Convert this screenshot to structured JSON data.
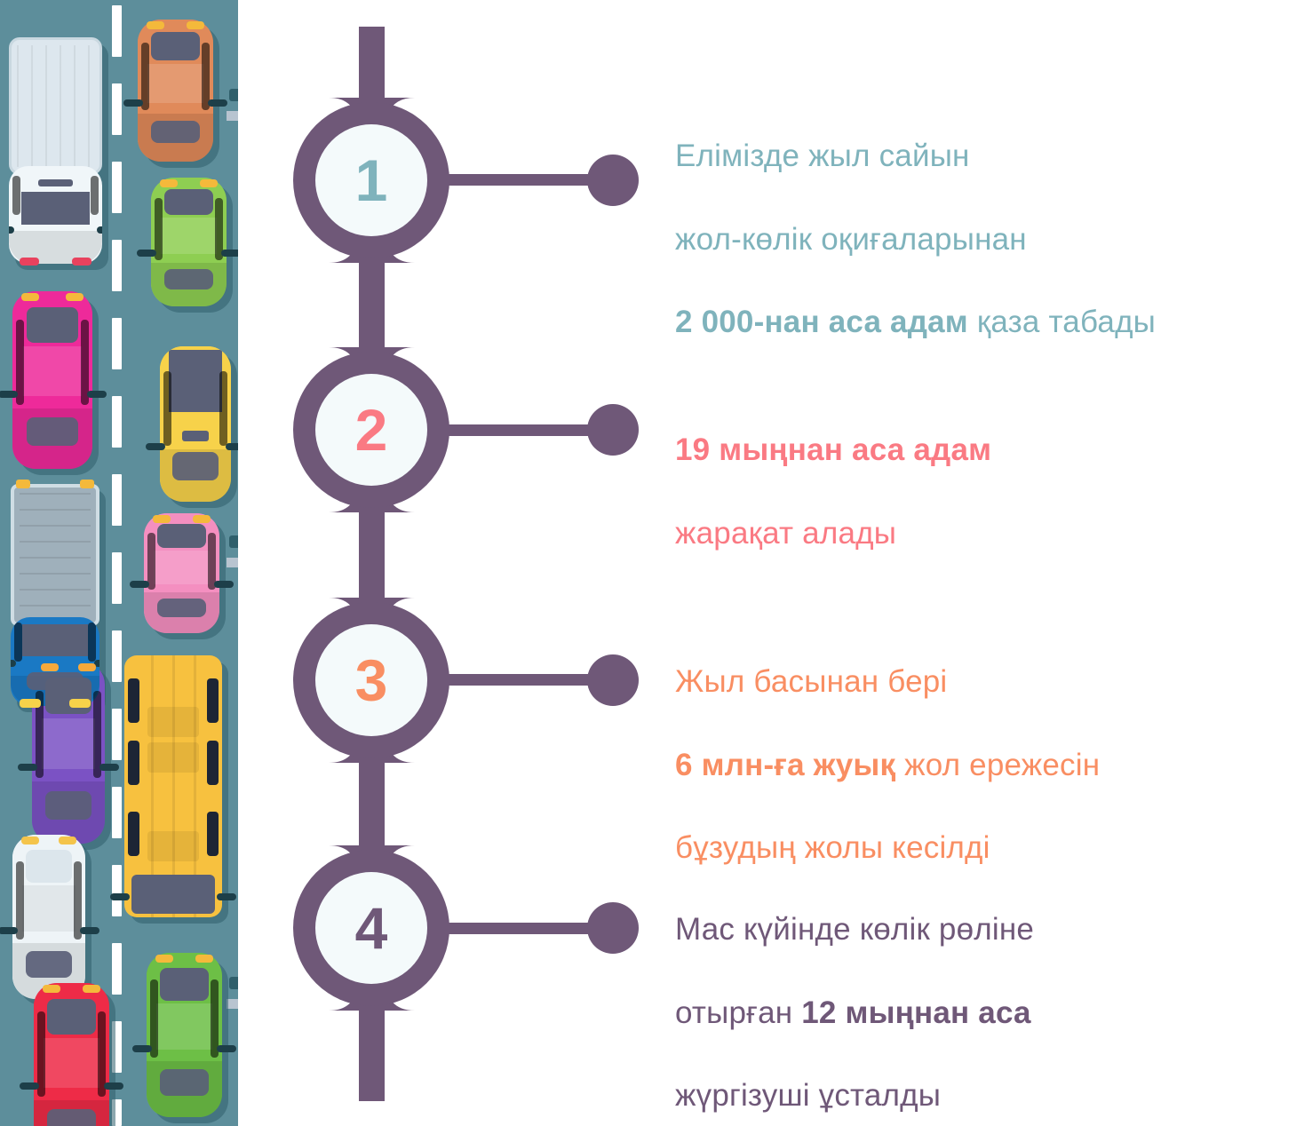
{
  "meta": {
    "title": "Жол-көлік оқиғалары статистикасы",
    "type": "numbered-timeline-infographic"
  },
  "colors": {
    "spine_purple": "#6f5878",
    "circle_fill": "#f4fafb",
    "road": "#5d8e9b",
    "road_shadow": "#2f5f6b",
    "lane_line": "#ffffff",
    "teal": "#7fb3bc",
    "pink": "#fa7a83",
    "orange": "#f98e62",
    "purple_text": "#6f5878"
  },
  "timeline": {
    "steps": [
      {
        "number": "1",
        "number_color": "#7fb3bc",
        "text_color": "#7fb3bc",
        "lines": [
          {
            "text": "Елімізде жыл сайын",
            "bold": false
          },
          {
            "text": "жол-көлік оқиғаларынан",
            "bold": false
          },
          {
            "text": "2 000-нан аса адам",
            "bold": true,
            "tail": " қаза табады"
          }
        ],
        "plain_text": "Елімізде жыл сайын жол-көлік оқиғаларынан 2 000-нан аса адам қаза табады"
      },
      {
        "number": "2",
        "number_color": "#fa7a83",
        "text_color": "#fa7a83",
        "lines": [
          {
            "text": "19 мыңнан аса адам",
            "bold": true
          },
          {
            "text": "жарақат алады",
            "bold": false
          }
        ],
        "plain_text": "19 мыңнан аса адам жарақат алады"
      },
      {
        "number": "3",
        "number_color": "#f98e62",
        "text_color": "#f98e62",
        "lines": [
          {
            "text": "Жыл басынан бері",
            "bold": false
          },
          {
            "text": "6 млн-ға жуық",
            "bold": true,
            "tail": " жол ережесін"
          },
          {
            "text": "бұзудың жолы кесілді",
            "bold": false
          }
        ],
        "plain_text": "Жыл басынан бері 6 млн-ға жуық жол ережесін бұзудың жолы кесілді"
      },
      {
        "number": "4",
        "number_color": "#6f5878",
        "text_color": "#6f5878",
        "lines": [
          {
            "text": "Мас күйінде көлік рөліне",
            "bold": false
          },
          {
            "text": "отырған ",
            "bold": false,
            "bold_tail": "12 мыңнан аса"
          },
          {
            "text": "жүргізуші ұсталды",
            "bold": false
          }
        ],
        "plain_text": "Мас күйінде көлік рөліне отырған 12 мыңнан аса жүргізуші ұсталды"
      }
    ]
  },
  "illustration": {
    "name": "top-down-traffic-road",
    "lanes": 2,
    "vehicles": [
      {
        "name": "white-box-truck",
        "color": "#e5edf2",
        "lane": "left",
        "kind": "truck"
      },
      {
        "name": "orange-sedan",
        "color": "#e08a5a",
        "lane": "right",
        "kind": "car"
      },
      {
        "name": "green-sedan",
        "color": "#8ece52",
        "lane": "right",
        "kind": "car"
      },
      {
        "name": "magenta-sedan",
        "color": "#ee2a9a",
        "lane": "left",
        "kind": "car"
      },
      {
        "name": "yellow-sedan",
        "color": "#f7d24a",
        "lane": "right",
        "kind": "car"
      },
      {
        "name": "gray-trailer-truck",
        "color": "#9fb0bb",
        "lane": "left",
        "kind": "truck"
      },
      {
        "name": "blue-cab",
        "color": "#1a79c4",
        "lane": "left",
        "kind": "car"
      },
      {
        "name": "pink-sedan",
        "color": "#f48fc0",
        "lane": "right",
        "kind": "car"
      },
      {
        "name": "violet-sedan",
        "color": "#7b52c4",
        "lane": "left",
        "kind": "car"
      },
      {
        "name": "yellow-school-bus",
        "color": "#f7c13f",
        "lane": "right",
        "kind": "bus"
      },
      {
        "name": "white-sedan",
        "color": "#eef4f7",
        "lane": "left",
        "kind": "car"
      },
      {
        "name": "red-sedan",
        "color": "#ee2b47",
        "lane": "left",
        "kind": "car"
      },
      {
        "name": "green-sedan-2",
        "color": "#6dbf46",
        "lane": "right",
        "kind": "car"
      }
    ]
  }
}
